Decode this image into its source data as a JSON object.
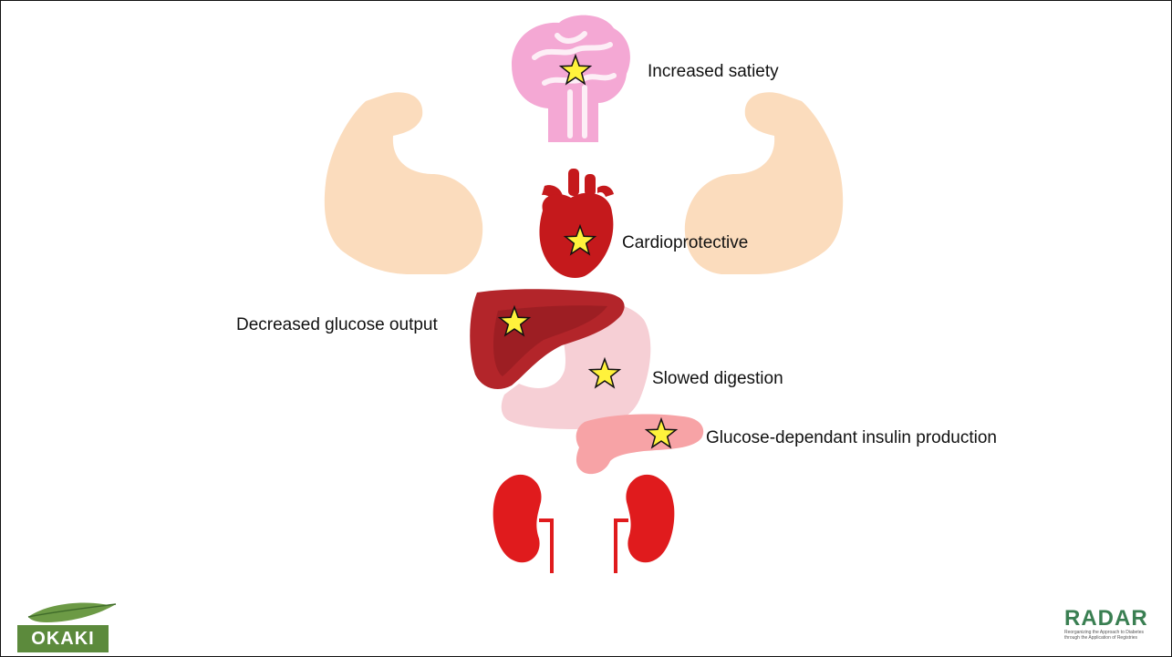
{
  "labels": {
    "satiety": "Increased satiety",
    "cardio": "Cardioprotective",
    "glucose": "Decreased glucose output",
    "digestion": "Slowed digestion",
    "insulin": "Glucose-dependant insulin production"
  },
  "logos": {
    "left": "OKAKI",
    "right_word": "RADAR",
    "right_tagline": "Reorganizing the Approach to Diabetes through the Application of Registries"
  },
  "colors": {
    "muscle": "#fbdcbd",
    "brain": "#f4a8d4",
    "heart": "#c5191c",
    "liver": "#b3252a",
    "stomach": "#f6cfd5",
    "pancreas": "#f7a3a6",
    "kidney": "#e01b1d",
    "star": "#fff23c",
    "okaki": "#5c8a3c",
    "radar": "#3a7f52"
  }
}
